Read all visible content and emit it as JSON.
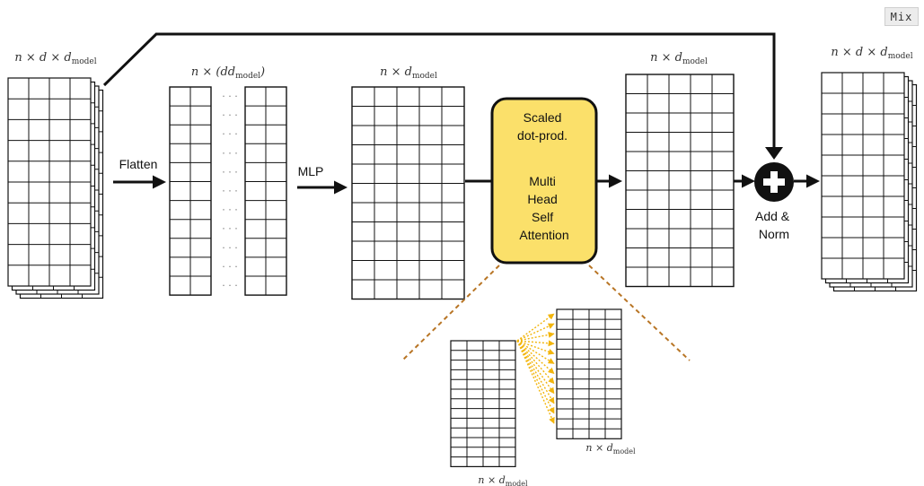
{
  "badge": {
    "label": "Mix"
  },
  "shape_labels": {
    "input": {
      "main": "n × d × d",
      "sub": "model"
    },
    "flat": {
      "main": "n × (dd",
      "sub": "model",
      "tail": ")"
    },
    "mlp_out": {
      "main": "n × d",
      "sub": "model"
    },
    "attn_out": {
      "main": "n × d",
      "sub": "model"
    },
    "output": {
      "main": "n × d × d",
      "sub": "model"
    },
    "detail_q": {
      "main": "n × d",
      "sub": "model"
    },
    "detail_k": {
      "main": "n × d",
      "sub": "model"
    }
  },
  "ops": {
    "flatten": "Flatten",
    "mlp": "MLP",
    "attention_lines": [
      "Scaled",
      "dot-prod.",
      "",
      "Multi",
      "Head",
      "Self",
      "Attention"
    ],
    "add_norm_lines": [
      "Add &",
      "Norm"
    ]
  },
  "ellipsis": "· · ·",
  "colors": {
    "attention_fill": "#FBE06A",
    "attention_stroke": "#111111",
    "dashed_line": "#B87525",
    "attention_arrows": "#F2B50C",
    "ink": "#111111"
  }
}
